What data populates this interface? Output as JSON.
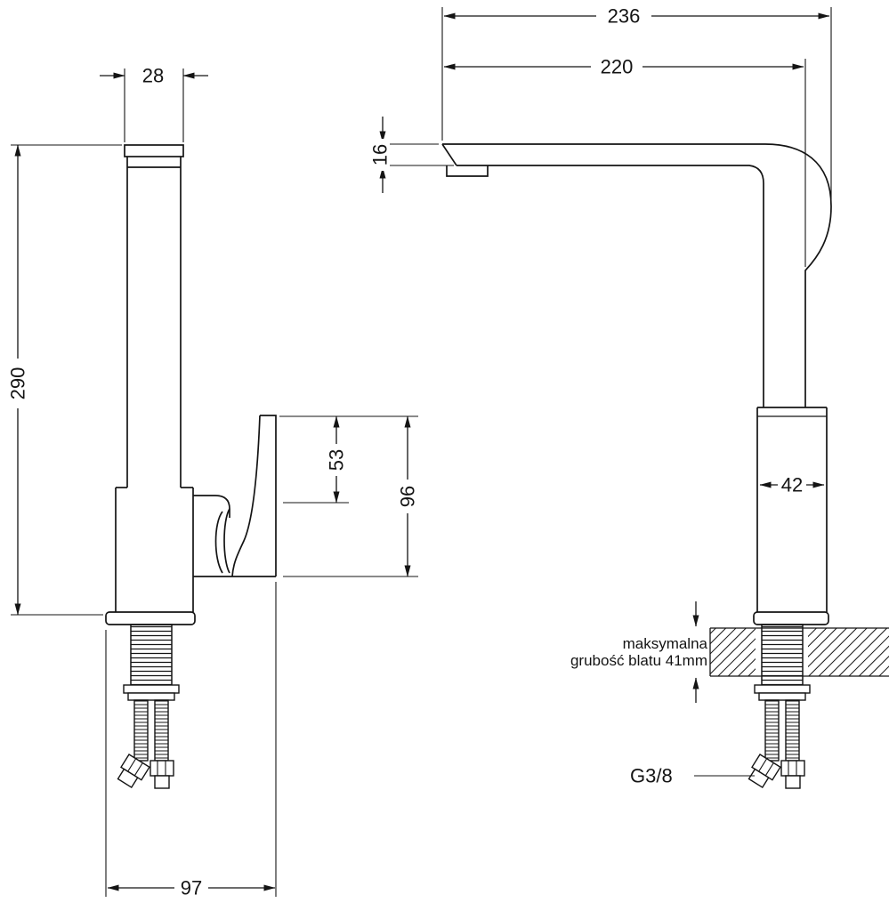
{
  "page": {
    "background": "#ffffff",
    "line_color": "#141414"
  },
  "dimensions": {
    "d236": "236",
    "d220": "220",
    "d28": "28",
    "d16": "16",
    "d290": "290",
    "d53": "53",
    "d96": "96",
    "d42": "42",
    "d97": "97"
  },
  "labels": {
    "thread_size": "G3/8",
    "countertop_note_line1": "maksymalna",
    "countertop_note_line2": "grubość blatu 41mm"
  }
}
